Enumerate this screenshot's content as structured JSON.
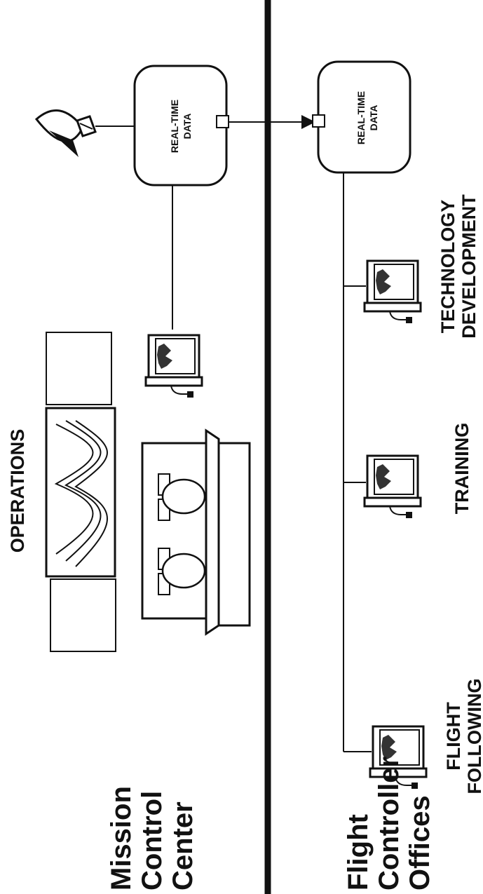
{
  "sections": {
    "left": [
      "Mission",
      "Control",
      "Center"
    ],
    "right": [
      "Flight",
      "Controller",
      "Offices"
    ]
  },
  "operations_label": "OPERATIONS",
  "data_boxes": {
    "left": [
      "REAL-TIME",
      "DATA"
    ],
    "right": [
      "REAL-TIME",
      "DATA"
    ]
  },
  "stations": {
    "flight_following": [
      "FLIGHT",
      "FOLLOWING"
    ],
    "training": [
      "TRAINING"
    ],
    "technology_development": [
      "TECHNOLOGY",
      "DEVELOPMENT"
    ]
  },
  "icons": {
    "antenna": "satellite-dish-icon",
    "display_wall": "display-screen-icon",
    "console": "control-console-icon",
    "computer": "computer-workstation-icon"
  },
  "colors": {
    "ink": "#111111",
    "paper": "#ffffff"
  }
}
